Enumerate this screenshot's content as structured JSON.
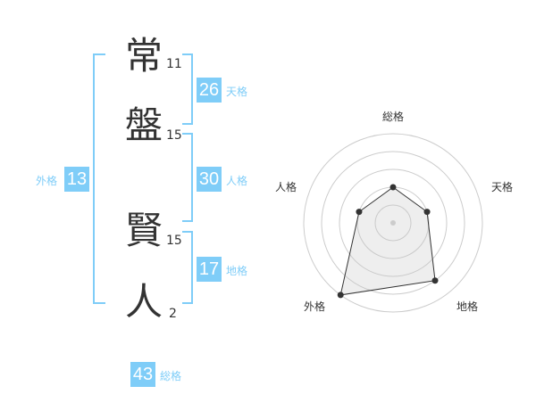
{
  "name_chars": [
    {
      "char": "常",
      "strokes": "11"
    },
    {
      "char": "盤",
      "strokes": "15"
    },
    {
      "char": "賢",
      "strokes": "15"
    },
    {
      "char": "人",
      "strokes": "2"
    }
  ],
  "kaku": {
    "tenkaku": {
      "label": "天格",
      "value": "26"
    },
    "jinkaku": {
      "label": "人格",
      "value": "30"
    },
    "chikaku": {
      "label": "地格",
      "value": "17"
    },
    "gaikaku": {
      "label": "外格",
      "value": "13"
    },
    "soukaku": {
      "label": "総格",
      "value": "43"
    }
  },
  "colors": {
    "accent": "#7fcdf8"
  },
  "chart_data": {
    "type": "radar",
    "axes": [
      "総格",
      "天格",
      "地格",
      "外格",
      "人格"
    ],
    "values": [
      2,
      2,
      4,
      5,
      2
    ],
    "rlim": [
      0,
      5
    ]
  }
}
